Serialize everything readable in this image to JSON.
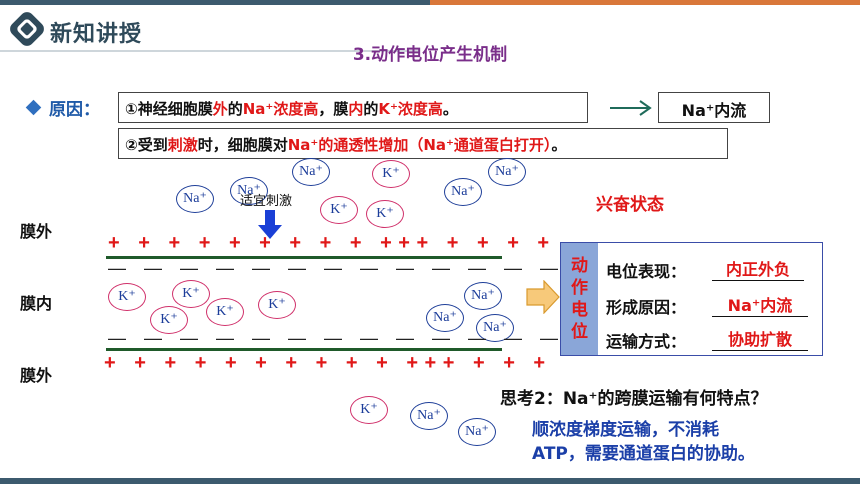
{
  "header": {
    "title": "新知讲授"
  },
  "section_title": "3.动作电位产生机制",
  "reason": {
    "label": "原因：",
    "line1": {
      "p1": "①神经细胞膜",
      "p2": "外",
      "p3": "的",
      "p4": "Na⁺浓度高",
      "p5": "，膜",
      "p6": "内",
      "p7": "的",
      "p8": "K⁺浓度高",
      "p9": "。"
    },
    "line2": {
      "p1": "②受到",
      "p2": "刺激",
      "p3": "时，细胞膜对",
      "p4": "Na⁺的通透性增加（Na⁺通道蛋白打开）",
      "p5": "。"
    },
    "result": "Na⁺内流"
  },
  "labels": {
    "outside_top": "膜外",
    "inside": "膜内",
    "outside_bottom": "膜外",
    "stimulus": "适宜刺激",
    "excited": "兴奋状态"
  },
  "ions": {
    "na": "Na⁺",
    "k": "K⁺"
  },
  "rows": {
    "plus_top": "+ + + + + + + + + +++ + + + +",
    "minus_top": "— — — — — — — — — — — — — — —",
    "minus_bottom": "— — — — — — — — — — — — — — —",
    "plus_bottom": "+ + + + + + + + + + +++ + + +"
  },
  "state_box": {
    "vertical": "动作电位",
    "props": [
      {
        "label": "电位表现：",
        "value": "内正外负"
      },
      {
        "label": "形成原因：",
        "value": "Na⁺内流"
      },
      {
        "label": "运输方式：",
        "value": "协助扩散"
      }
    ]
  },
  "think": "思考2：Na⁺的跨膜运输有何特点？",
  "answer": {
    "line1": "顺浓度梯度运输，不消耗",
    "line2": "ATP，需要通道蛋白的协助。"
  },
  "colors": {
    "accent_red": "#e01818",
    "accent_blue": "#1b3fa8",
    "membrane_green": "#1f5a2a",
    "header_dark": "#3c5a6e",
    "header_orange": "#d9773a"
  }
}
